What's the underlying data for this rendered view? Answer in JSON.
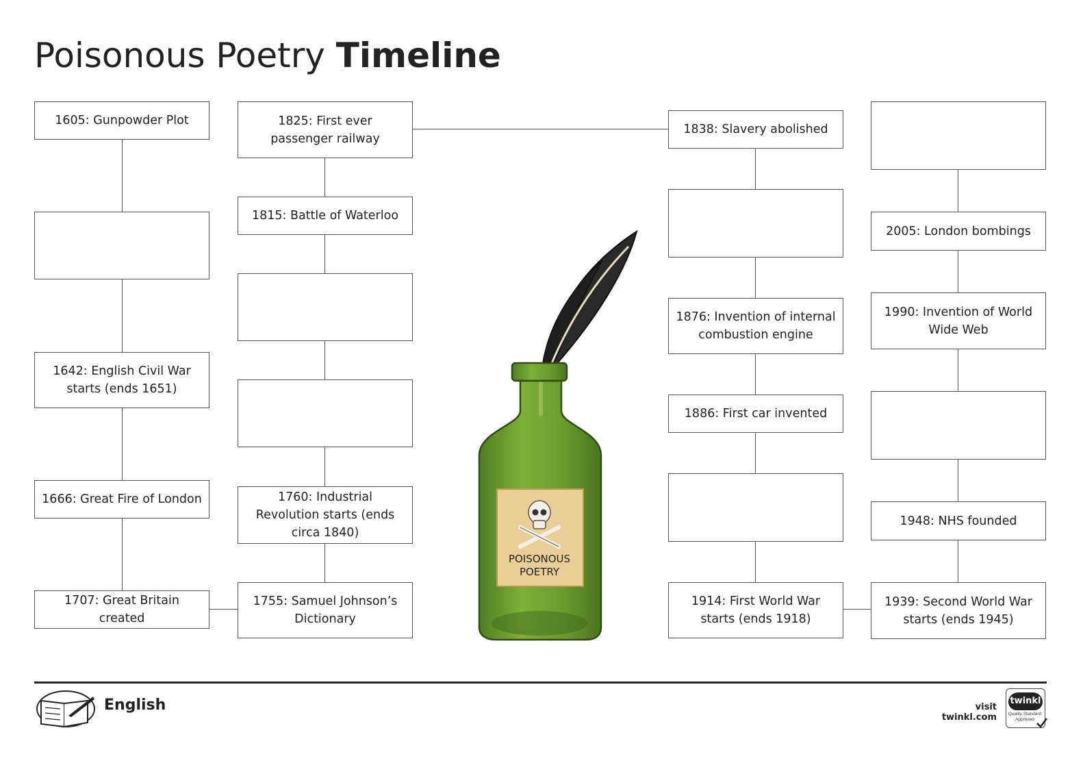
{
  "title": {
    "light": "Poisonous Poetry",
    "bold": "Timeline"
  },
  "events": {
    "e1605": "1605: Gunpowder Plot",
    "e1642": "1642: English Civil War starts (ends 1651)",
    "e1666": "1666: Great Fire of London",
    "e1707": "1707: Great Britain created",
    "e1825": "1825: First ever passenger railway",
    "e1815": "1815: Battle of Waterloo",
    "e1760": "1760: Industrial Revolution starts (ends circa 1840)",
    "e1755": "1755: Samuel Johnson’s Dictionary",
    "e1838": "1838: Slavery abolished",
    "e1876": "1876: Invention of internal combustion engine",
    "e1886": "1886: First car invented",
    "e1914": "1914: First World War starts (ends 1918)",
    "e2005": "2005: London bombings",
    "e1990": "1990: Invention of World Wide Web",
    "e1948": "1948: NHS founded",
    "e1939": "1939: Second World War starts (ends 1945)"
  },
  "bottle_label": {
    "line1": "POISONOUS",
    "line2": "POETRY"
  },
  "footer": {
    "subject": "English",
    "visit": "visit twinkl.com",
    "badge_logo": "twinkl",
    "badge_caption": "Quality Standard Approved"
  },
  "colors": {
    "box_border": "#555555",
    "bottle_green": "#6a9a2e",
    "label_parchment": "#e9cf96",
    "feather": "#222222"
  }
}
